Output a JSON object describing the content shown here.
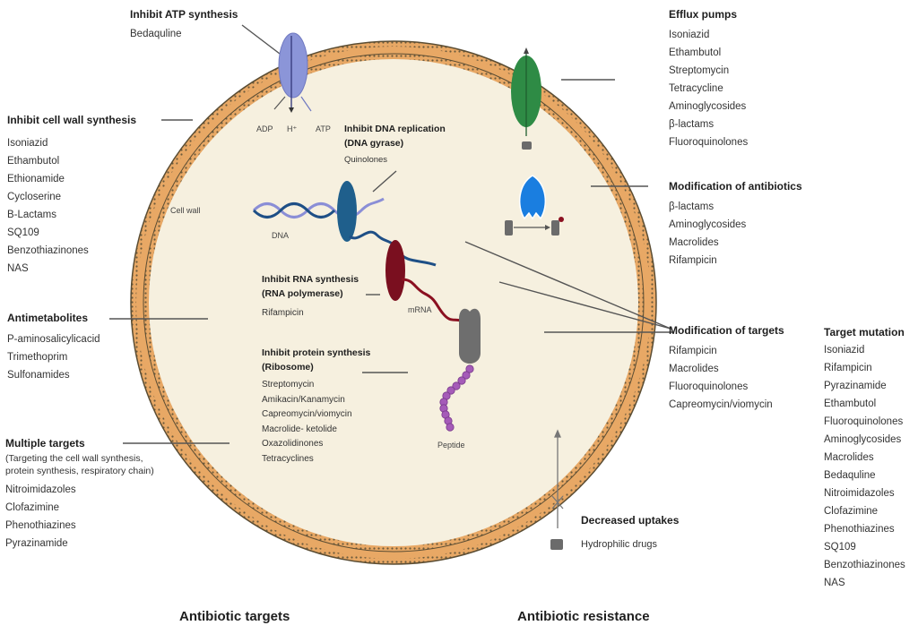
{
  "colors": {
    "cell_wall": "#e8a865",
    "cell_wall_border": "#7a6a4a",
    "cytoplasm": "#f6f0df",
    "atp_synthase": "#8b95d8",
    "efflux_pump": "#2e8b45",
    "enzyme": "#1a7ee0",
    "dna_gyrase": "#1f5f8c",
    "rna_polymerase": "#7a0f1f",
    "ribosome": "#6e6e6e",
    "peptide": "#a55bb8",
    "dna_strand_dark": "#1e4f86",
    "dna_strand_light": "#8a8ed6",
    "mrna": "#8b1020",
    "leader_line": "#555555"
  },
  "targets": {
    "atp": {
      "title": "Inhibit ATP synthesis",
      "drugs": [
        "Bedaquline"
      ]
    },
    "cell_wall": {
      "title": "Inhibit cell wall synthesis",
      "drugs": [
        "Isoniazid",
        "Ethambutol",
        "Ethionamide",
        "Cycloserine",
        "B-Lactams",
        "SQ109",
        "Benzothiazinones",
        "NAS"
      ]
    },
    "antimetabolites": {
      "title": "Antimetabolites",
      "drugs": [
        "P-aminosalicylicacid",
        "Trimethoprim",
        "Sulfonamides"
      ]
    },
    "multiple": {
      "title": "Multiple targets",
      "note_lines": [
        "(Targeting the cell wall synthesis,",
        "protein synthesis, respiratory chain)"
      ],
      "drugs": [
        "Nitroimidazoles",
        "Clofazimine",
        "Phenothiazines",
        "Pyrazinamide"
      ]
    },
    "dna": {
      "title_lines": [
        "Inhibit DNA replication",
        "(DNA gyrase)"
      ],
      "drugs": [
        "Quinolones"
      ]
    },
    "rna": {
      "title_lines": [
        "Inhibit RNA synthesis",
        "(RNA polymerase)"
      ],
      "drugs": [
        "Rifampicin"
      ]
    },
    "protein": {
      "title_lines": [
        "Inhibit protein synthesis",
        "(Ribosome)"
      ],
      "drugs": [
        "Streptomycin",
        "Amikacin/Kanamycin",
        "Capreomycin/viomycin",
        "Macrolide- ketolide",
        "Oxazolidinones",
        "Tetracyclines"
      ]
    }
  },
  "resistance": {
    "efflux": {
      "title": "Efflux pumps",
      "drugs": [
        "Isoniazid",
        "Ethambutol",
        "Streptomycin",
        "Tetracycline",
        "Aminoglycosides",
        "β-lactams",
        "Fluoroquinolones"
      ]
    },
    "modification_antibiotics": {
      "title": "Modification of antibiotics",
      "drugs": [
        "β-lactams",
        "Aminoglycosides",
        "Macrolides",
        "Rifampicin"
      ]
    },
    "modification_targets": {
      "title": "Modification of targets",
      "drugs": [
        "Rifampicin",
        "Macrolides",
        "Fluoroquinolones",
        "Capreomycin/viomycin"
      ]
    },
    "target_mutation": {
      "title": "Target mutation",
      "drugs": [
        "Isoniazid",
        "Rifampicin",
        "Pyrazinamide",
        "Ethambutol",
        "Fluoroquinolones",
        "Aminoglycosides",
        "Macrolides",
        "Bedaquline",
        "Nitroimidazoles",
        "Clofazimine",
        "Phenothiazines",
        "SQ109",
        "Benzothiazinones",
        "NAS"
      ]
    },
    "uptake": {
      "title": "Decreased uptakes",
      "legend": "Hydrophilic drugs"
    }
  },
  "labels": {
    "cell_wall": "Cell wall",
    "dna": "DNA",
    "mrna": "mRNA",
    "peptide": "Peptide",
    "adp": "ADP",
    "h_plus": "H⁺",
    "atp": "ATP"
  },
  "footer": {
    "left": "Antibiotic targets",
    "right": "Antibiotic resistance"
  }
}
